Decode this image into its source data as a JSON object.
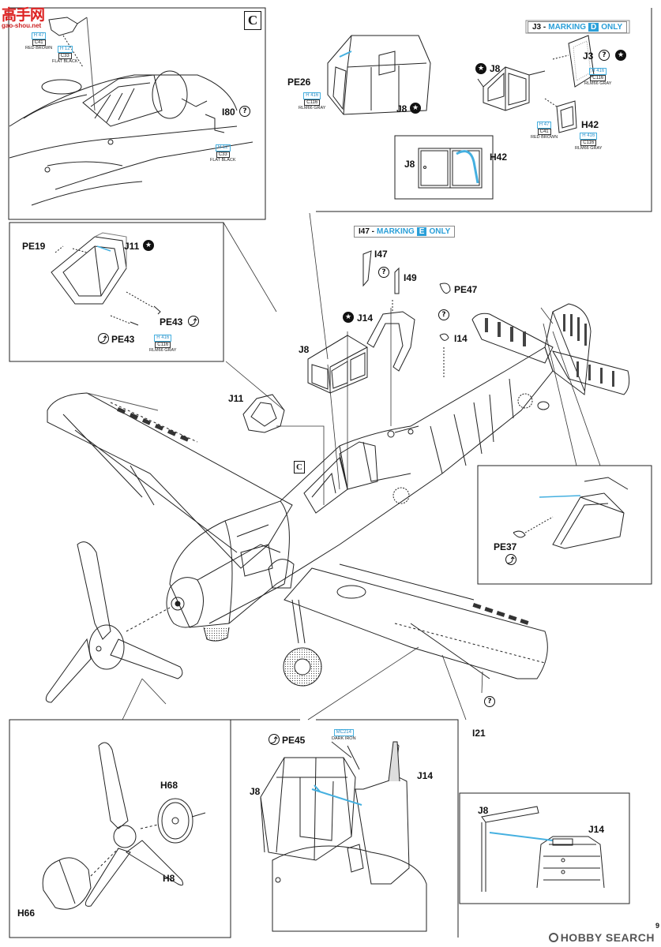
{
  "watermark": {
    "chinese": "高手网",
    "url": "gao-shou.net",
    "footer": "HOBBY SEARCH",
    "page": "9"
  },
  "section_marker": "C",
  "banners": {
    "j3": {
      "prefix": "J3 -",
      "text1": "MARKING",
      "letter": "D",
      "text2": "ONLY"
    },
    "i47": {
      "prefix": "I47 -",
      "text1": "MARKING",
      "letter": "E",
      "text2": "ONLY"
    }
  },
  "paint": {
    "h47": "H 47",
    "c41": "C41",
    "red_brown": "RED BROWN",
    "h12": "H 12",
    "c33": "C33",
    "flat_black": "FLAT BLACK",
    "h416": "H 416",
    "c116": "C116",
    "rlm66": "RLM66 GRAY",
    "mc214": "MC214",
    "dark_iron": "DARK IRON"
  },
  "parts": {
    "i80": "I80",
    "pe26": "PE26",
    "j8": "J8",
    "j3": "J3",
    "h42": "H42",
    "pe19": "PE19",
    "j11": "J11",
    "pe43": "PE43",
    "i47": "I47",
    "i49": "I49",
    "pe47": "PE47",
    "j14": "J14",
    "i14": "I14",
    "pe37": "PE37",
    "i21": "I21",
    "pe45": "PE45",
    "h68": "H68",
    "h8": "H8",
    "h66": "H66"
  },
  "symbols": {
    "question": "?",
    "star": "★",
    "bend": "⤴"
  }
}
